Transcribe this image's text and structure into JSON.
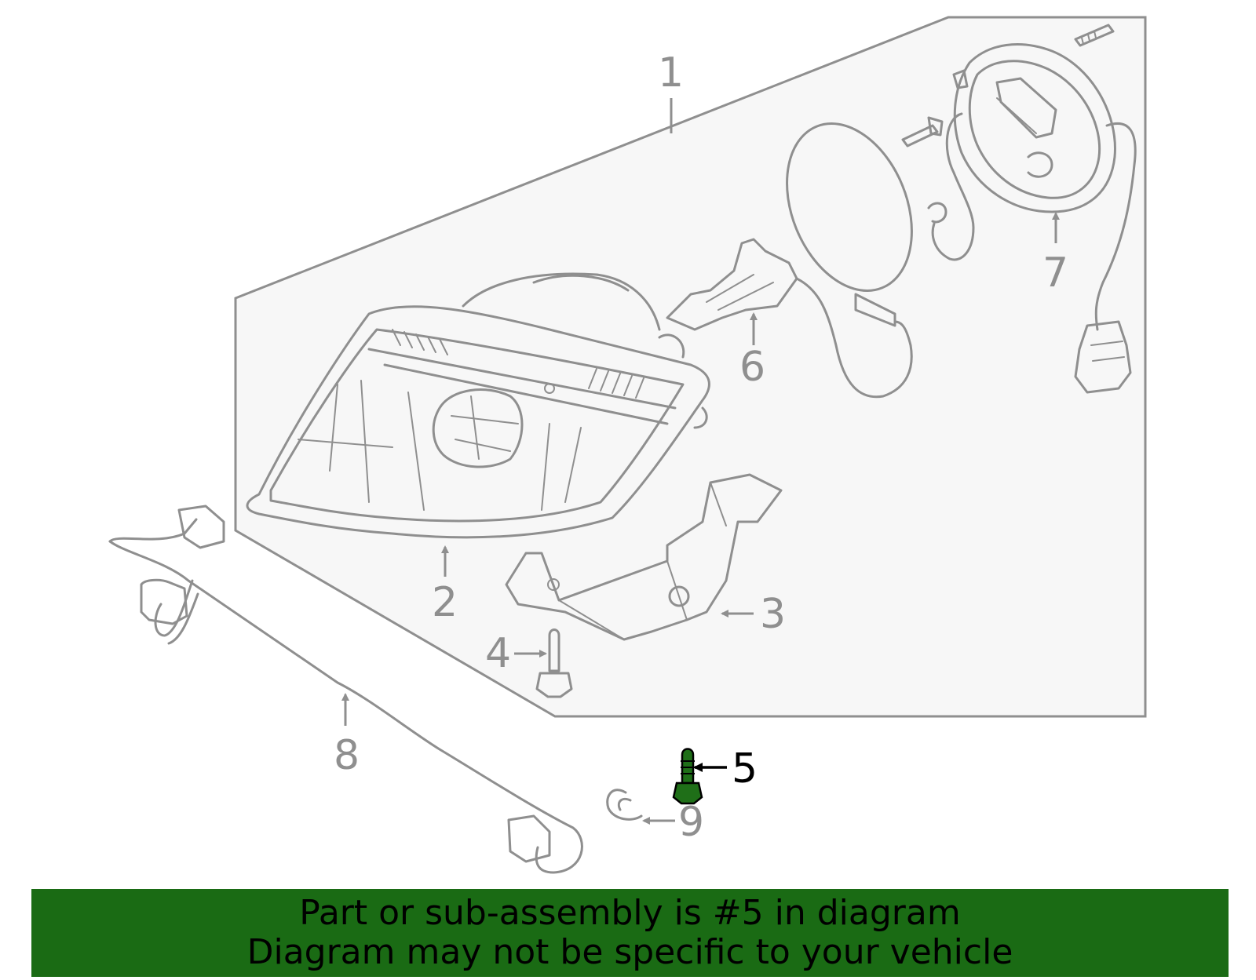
{
  "diagram": {
    "callouts": {
      "c1": "1",
      "c2": "2",
      "c3": "3",
      "c4": "4",
      "c5": "5",
      "c6": "6",
      "c7": "7",
      "c8": "8",
      "c9": "9"
    },
    "highlighted_part": "5",
    "colors": {
      "line": "#8f8f8f",
      "highlight_part": "#1f6f18",
      "panel": "#f7f7f7",
      "banner": "#1a6b14"
    }
  },
  "banner": {
    "line1": "Part or sub-assembly is #5 in diagram",
    "line2": "Diagram may not be specific to your vehicle"
  }
}
